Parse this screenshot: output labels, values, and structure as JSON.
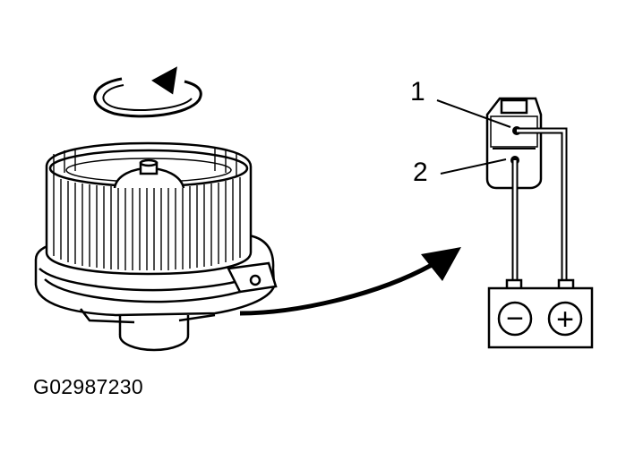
{
  "callouts": {
    "terminal_1": "1",
    "terminal_2": "2"
  },
  "battery": {
    "negative_symbol": "−",
    "positive_symbol": "+"
  },
  "figure_code": "G02987230",
  "icons": [
    "rotation-arrow-icon",
    "direction-arrow-icon"
  ],
  "colors": {
    "ink": "#000000",
    "background": "#ffffff"
  }
}
